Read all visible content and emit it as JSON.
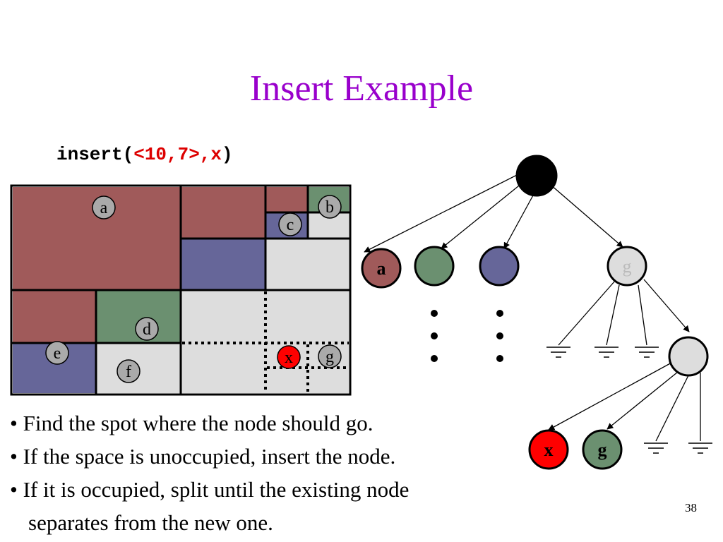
{
  "title": "Insert Example",
  "code": {
    "prefix": "insert(",
    "args": "<10,7>,x",
    "suffix": ")"
  },
  "regions": {
    "a": "a",
    "b": "b",
    "c": "c",
    "d": "d",
    "e": "e",
    "f": "f",
    "g": "g",
    "x": "x"
  },
  "tree": {
    "child_a": "a",
    "child_g": "g",
    "child_x": "x",
    "child_g2": "g"
  },
  "bullets": [
    "• Find the spot where the node should go.",
    "• If the space is unoccupied, insert the node.",
    "• If it is occupied, split until the existing node",
    "separates from the new one."
  ],
  "slide_number": "38",
  "colors": {
    "title": "#9900cc",
    "red_fill": "#a05a5a",
    "green_fill": "#6b9070",
    "blue_fill": "#666699",
    "empty_fill": "#dddddd",
    "new_node": "#ff0000"
  }
}
